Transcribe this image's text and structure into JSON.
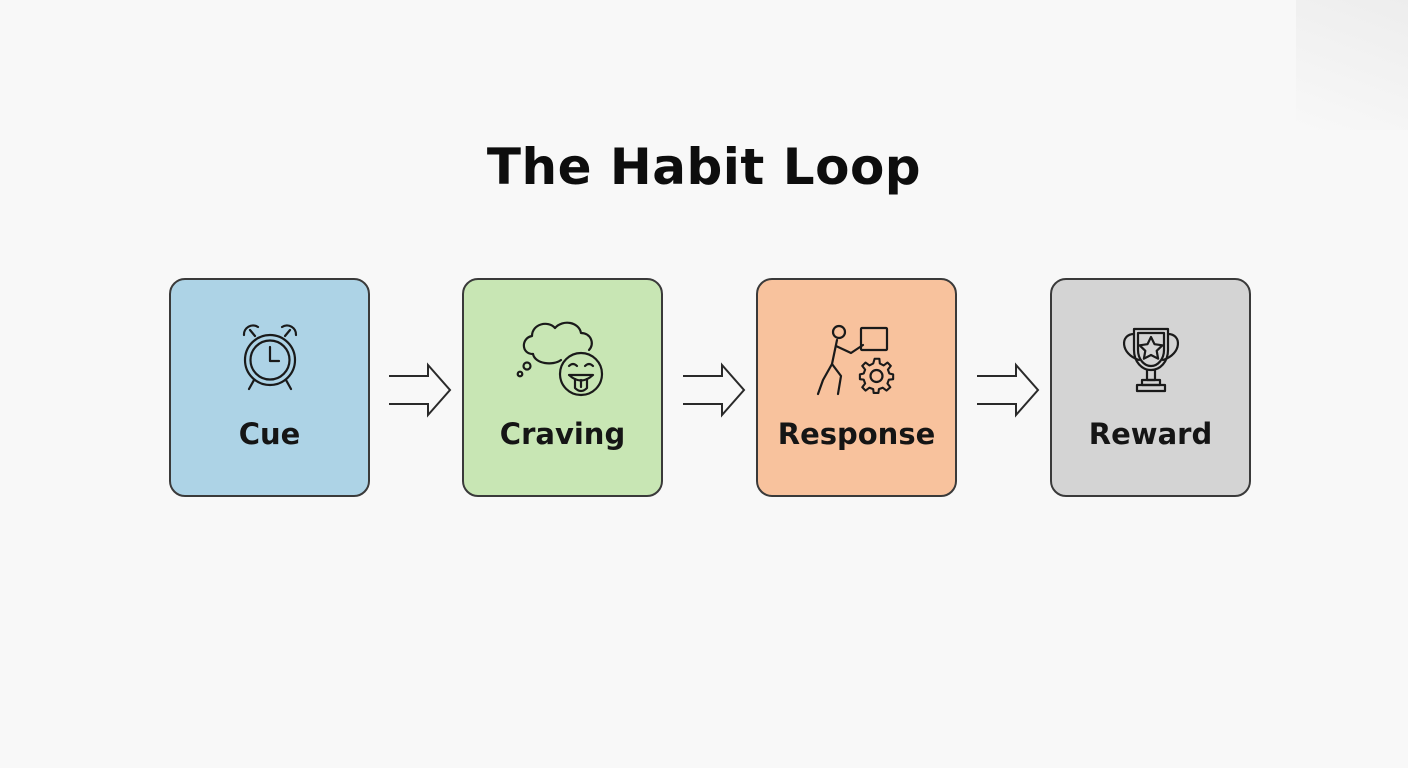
{
  "title": "The Habit Loop",
  "steps": [
    {
      "label": "Cue",
      "icon": "alarm-clock-icon",
      "color": "#add3e6"
    },
    {
      "label": "Craving",
      "icon": "thought-bubble-craving-face-icon",
      "color": "#c8e6b4"
    },
    {
      "label": "Response",
      "icon": "person-pushing-box-gear-icon",
      "color": "#f8c29d"
    },
    {
      "label": "Reward",
      "icon": "trophy-star-icon",
      "color": "#d4d4d4"
    }
  ],
  "connector_icon": "double-line-arrow-right-icon"
}
